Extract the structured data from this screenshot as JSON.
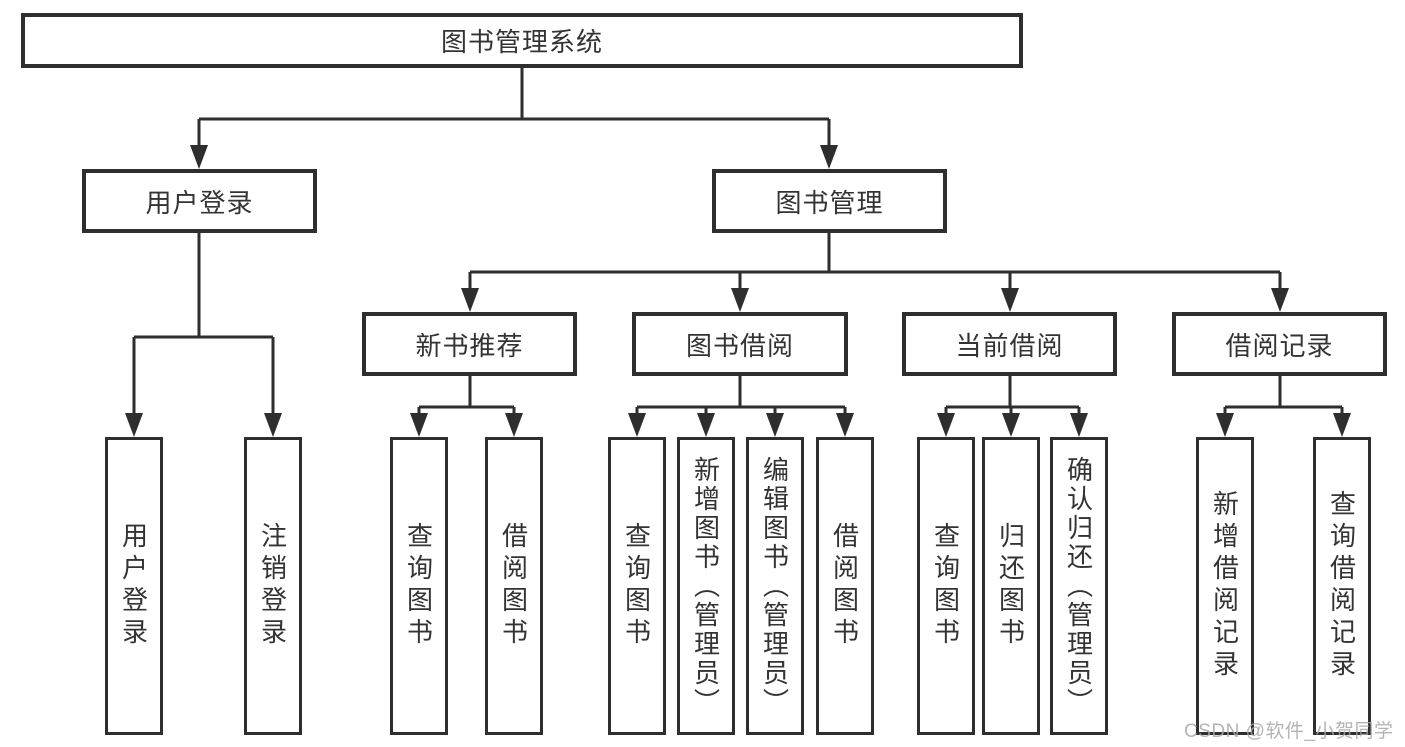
{
  "diagram": {
    "type": "hierarchy-tree",
    "watermark": "CSDN @软件_小贺同学",
    "colors": {
      "line": "#2e2e2e",
      "text": "#333333",
      "background": "#ffffff",
      "watermark": "#a8a8a8"
    },
    "tree": {
      "root": {
        "label": "图书管理系统"
      },
      "children": [
        {
          "label": "用户登录",
          "children": [
            {
              "label": "用户登录"
            },
            {
              "label": "注销登录"
            }
          ]
        },
        {
          "label": "图书管理",
          "children": [
            {
              "label": "新书推荐",
              "children": [
                {
                  "label": "查询图书"
                },
                {
                  "label": "借阅图书"
                }
              ]
            },
            {
              "label": "图书借阅",
              "children": [
                {
                  "label": "查询图书"
                },
                {
                  "label": "新增图书（管理员）"
                },
                {
                  "label": "编辑图书（管理员）"
                },
                {
                  "label": "借阅图书"
                }
              ]
            },
            {
              "label": "当前借阅",
              "children": [
                {
                  "label": "查询图书"
                },
                {
                  "label": "归还图书"
                },
                {
                  "label": "确认归还（管理员）"
                }
              ]
            },
            {
              "label": "借阅记录",
              "children": [
                {
                  "label": "新增借阅记录"
                },
                {
                  "label": "查询借阅记录"
                }
              ]
            }
          ]
        }
      ]
    }
  }
}
